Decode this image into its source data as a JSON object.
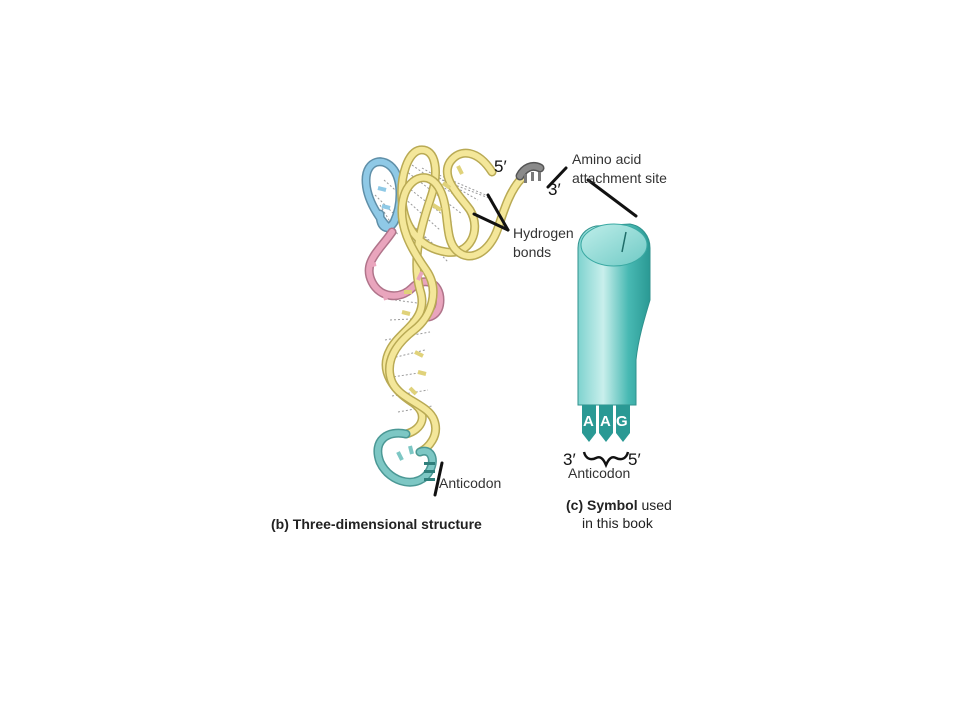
{
  "labels": {
    "five_prime_top": "5′",
    "three_prime_top": "3′",
    "amino_acid_site_line1": "Amino acid",
    "amino_acid_site_line2": "attachment site",
    "hydrogen_line1": "Hydrogen",
    "hydrogen_line2": "bonds",
    "anticodon_b": "Anticodon",
    "anticodon_c": "Anticodon",
    "three_prime_c": "3′",
    "five_prime_c": "5′"
  },
  "anticodon_bases": [
    "A",
    "A",
    "G"
  ],
  "captions": {
    "b_letter": "(b)",
    "b_text": "Three-dimensional structure",
    "c_letter": "(c)",
    "c_bold": "Symbol",
    "c_rest": "used",
    "c_line2": "in this book"
  },
  "colors": {
    "backbone_yellow": "#f4e79a",
    "backbone_outline": "#b9aa54",
    "loop_blue": "#8fc9e6",
    "loop_pink": "#e9a5bd",
    "anticodon_teal": "#7dc7c4",
    "cca_gray": "#7a7a7a",
    "symbol_teal": "#3fb6b0"
  }
}
